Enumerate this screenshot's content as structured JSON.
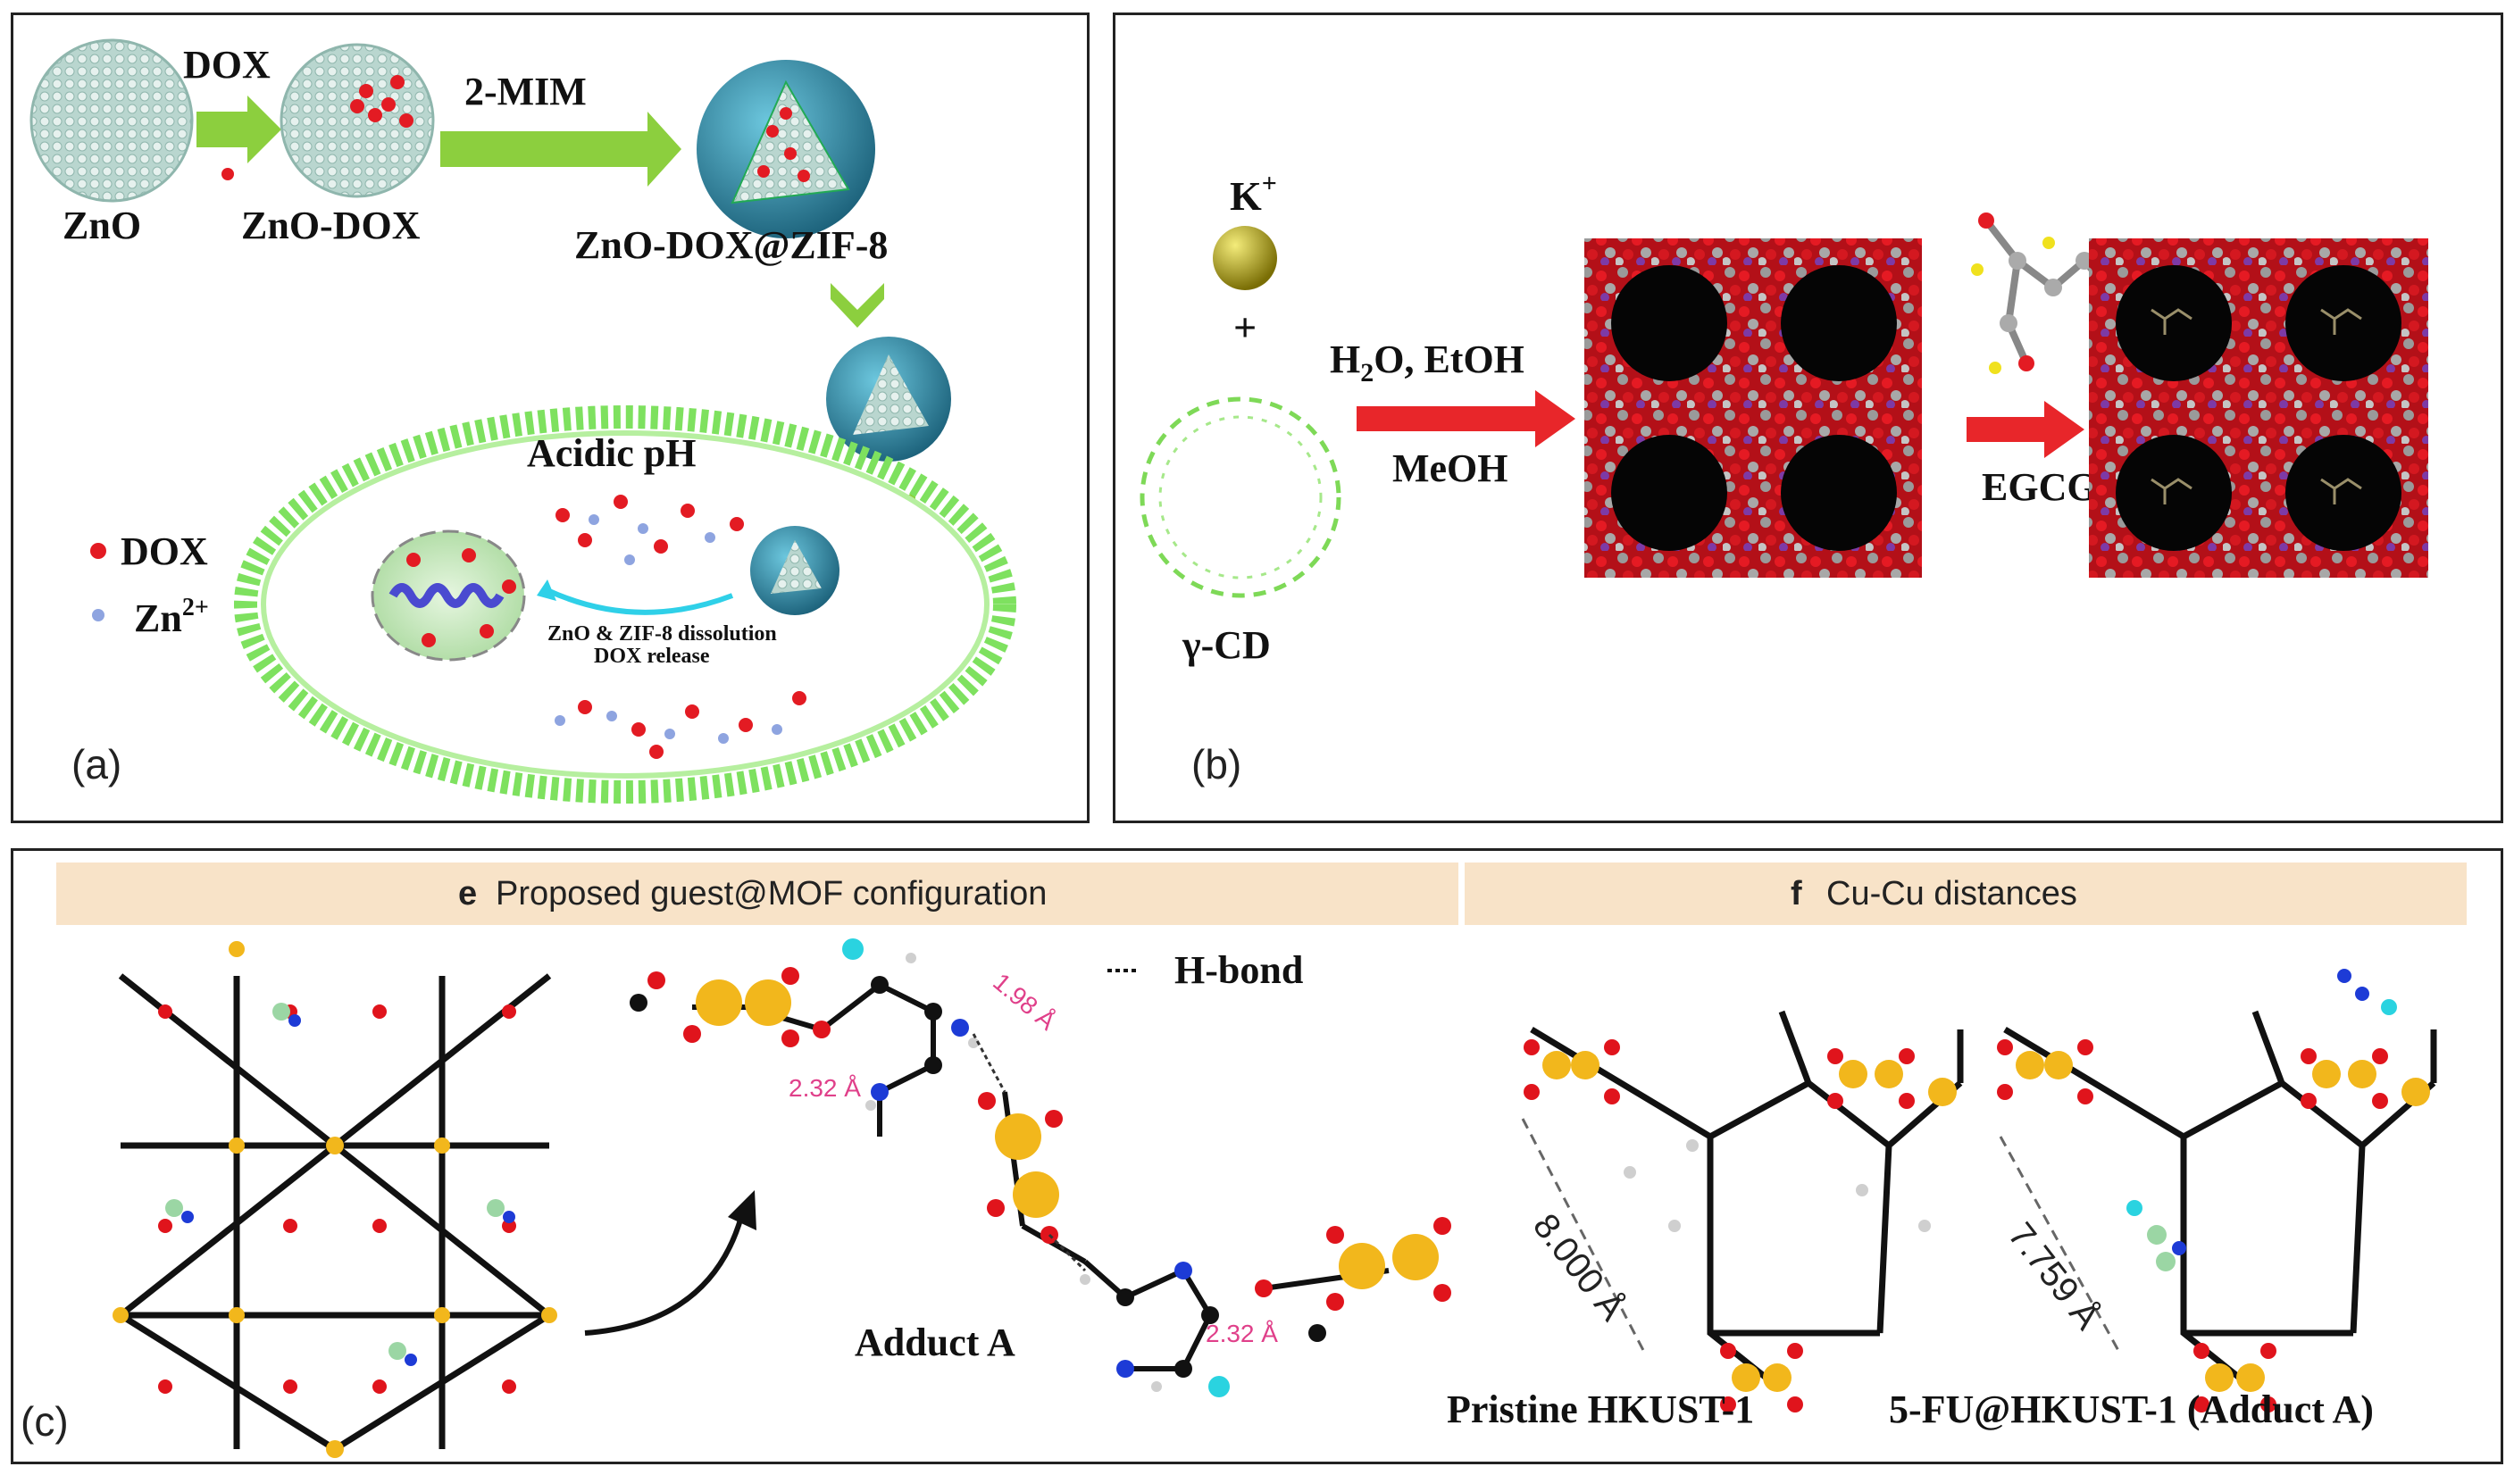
{
  "panel_a": {
    "letter": "(a)",
    "step1_reagent": "DOX",
    "step2_reagent": "2-MIM",
    "znO_label": "ZnO",
    "zno_dox_label": "ZnO-DOX",
    "product_label": "ZnO-DOX@ZIF-8",
    "cell_condition": "Acidic pH",
    "dissolution_line1": "ZnO & ZIF-8 dissolution",
    "dissolution_line2": "DOX release",
    "legend_dox": "DOX",
    "legend_zn": "Zn",
    "legend_zn_sup": "2+",
    "colors": {
      "membrane": "#7ee15f",
      "arrow": "#8ccf3e",
      "dox": "#e31b23",
      "zn": "#8ea4e0",
      "zif_shell": "#2a8aa8"
    }
  },
  "panel_b": {
    "letter": "(b)",
    "cation_label": "K",
    "cation_sup": "+",
    "plus": "+",
    "cd_label": "γ-CD",
    "solvent_top_1": "H",
    "solvent_top_sub": "2",
    "solvent_top_2": "O, EtOH",
    "solvent_bottom": "MeOH",
    "guest_label": "EGCG",
    "colors": {
      "arrow": "#e8262a",
      "cation": "#a89a12",
      "cd": "#7ed957"
    }
  },
  "panel_c": {
    "letter": "(c)",
    "header_e_letter": "e",
    "header_e_text": "Proposed guest@MOF configuration",
    "header_f_letter": "f",
    "header_f_text": "Cu-Cu distances",
    "hbond_legend": "H-bond",
    "adduct_label": "Adduct A",
    "distance_1": "2.32 Å",
    "distance_2": "1.98 Å",
    "distance_3": "2.32 Å",
    "cu_distance_pristine": "8.000 Å",
    "cu_distance_adduct": "7.759 Å",
    "pristine_label": "Pristine HKUST-1",
    "adduct_framework_label": "5-FU@HKUST-1 (Adduct A)",
    "colors": {
      "header_band": "#f8e3c8",
      "cu": "#f2b71c",
      "oxygen": "#e0141c",
      "carbon": "#111111",
      "nitrogen": "#1d3bd6",
      "fluorine": "#2ad3e0",
      "distance": "#e0408a"
    }
  }
}
